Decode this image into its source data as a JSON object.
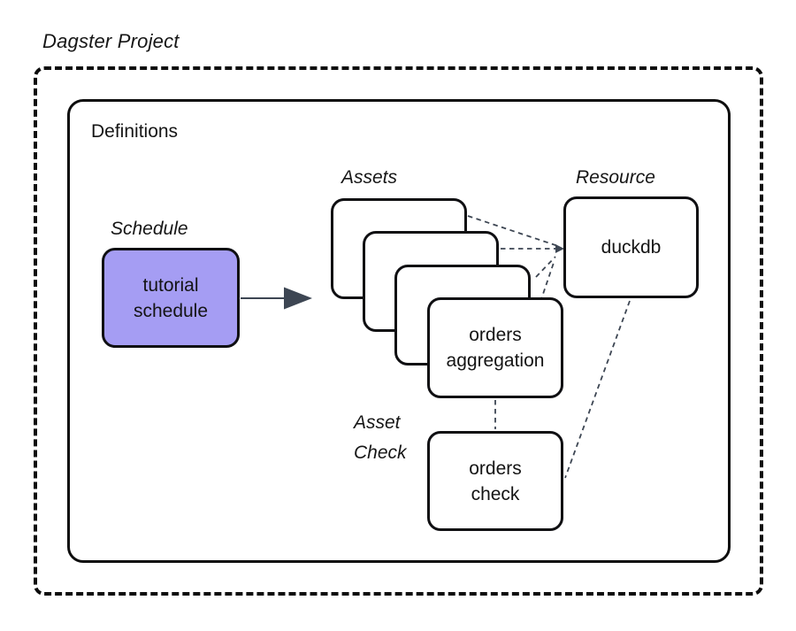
{
  "diagram": {
    "title": "Dagster Project",
    "definitions": {
      "label": "Definitions"
    },
    "sections": {
      "schedule": {
        "label": "Schedule"
      },
      "assets": {
        "label": "Assets"
      },
      "resource": {
        "label": "Resource"
      },
      "asset_check": {
        "label": "Asset\nCheck"
      }
    },
    "nodes": {
      "tutorial_schedule": {
        "label": "tutorial\nschedule",
        "type": "schedule"
      },
      "asset_stack_hidden": {
        "label": "",
        "type": "asset",
        "count": 3
      },
      "orders_aggregation": {
        "label": "orders\naggregation",
        "type": "asset"
      },
      "duckdb": {
        "label": "duckdb",
        "type": "resource"
      },
      "orders_check": {
        "label": "orders\ncheck",
        "type": "asset-check"
      }
    },
    "edges": [
      {
        "from": "tutorial_schedule",
        "to": "assets",
        "style": "solid-arrow"
      },
      {
        "from": "asset_stack_1",
        "to": "duckdb",
        "style": "dashed"
      },
      {
        "from": "asset_stack_2",
        "to": "duckdb",
        "style": "dashed"
      },
      {
        "from": "asset_stack_3",
        "to": "duckdb",
        "style": "dashed"
      },
      {
        "from": "orders_aggregation",
        "to": "duckdb",
        "style": "dashed"
      },
      {
        "from": "orders_aggregation",
        "to": "orders_check",
        "style": "dashed"
      },
      {
        "from": "orders_check",
        "to": "duckdb",
        "style": "dashed"
      }
    ],
    "colors": {
      "schedule_fill": "#a59df3",
      "connector": "#3d4653",
      "box_border": "#0f0f12",
      "text": "#161616",
      "background": "#ffffff"
    }
  }
}
